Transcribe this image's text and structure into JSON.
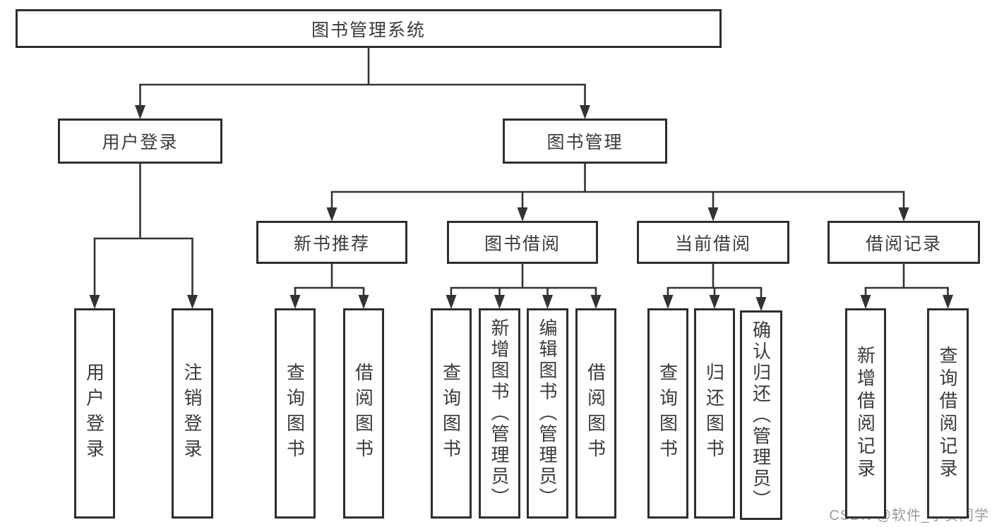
{
  "colors": {
    "background": "#ffffff",
    "box_border": "#2e2e2e",
    "connector_line": "#333333",
    "text": "#3b3b3b",
    "watermark_text": "#9b9b9b"
  },
  "watermark": {
    "text": "CSDN @软件_小贺同学"
  },
  "diagram": {
    "nodes": [
      {
        "id": "system",
        "label": "图书管理系统",
        "parent": null
      },
      {
        "id": "user-login",
        "label": "用户登录",
        "parent": "system"
      },
      {
        "id": "book-management",
        "label": "图书管理",
        "parent": "system"
      },
      {
        "id": "new-book-recommend",
        "label": "新书推荐",
        "parent": "book-management"
      },
      {
        "id": "book-borrowing",
        "label": "图书借阅",
        "parent": "book-management"
      },
      {
        "id": "current-borrowing",
        "label": "当前借阅",
        "parent": "book-management"
      },
      {
        "id": "borrowing-records",
        "label": "借阅记录",
        "parent": "book-management"
      },
      {
        "id": "user-login-leaf",
        "label": "用户登录",
        "parent": "user-login"
      },
      {
        "id": "logout-leaf",
        "label": "注销登录",
        "parent": "user-login"
      },
      {
        "id": "query-books-recommend",
        "label": "查询图书",
        "parent": "new-book-recommend"
      },
      {
        "id": "borrow-books-recommend",
        "label": "借阅图书",
        "parent": "new-book-recommend"
      },
      {
        "id": "query-books-borrowing",
        "label": "查询图书",
        "parent": "book-borrowing"
      },
      {
        "id": "add-books-admin",
        "label": "新增图书（管理员）",
        "parent": "book-borrowing"
      },
      {
        "id": "edit-books-admin",
        "label": "编辑图书（管理员）",
        "parent": "book-borrowing"
      },
      {
        "id": "borrow-books-borrowing",
        "label": "借阅图书",
        "parent": "book-borrowing"
      },
      {
        "id": "query-books-current",
        "label": "查询图书",
        "parent": "current-borrowing"
      },
      {
        "id": "return-books",
        "label": "归还图书",
        "parent": "current-borrowing"
      },
      {
        "id": "confirm-return-admin",
        "label": "确认归还（管理员）",
        "parent": "current-borrowing"
      },
      {
        "id": "add-borrow-record",
        "label": "新增借阅记录",
        "parent": "borrowing-records"
      },
      {
        "id": "query-borrow-record",
        "label": "查询借阅记录",
        "parent": "borrowing-records"
      }
    ]
  }
}
